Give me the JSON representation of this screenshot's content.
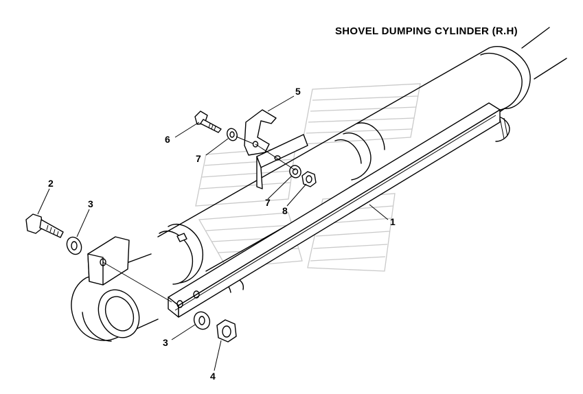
{
  "diagram": {
    "title": "SHOVEL DUMPING CYLINDER (R.H)",
    "callouts": [
      {
        "id": "callout-1",
        "label": "1"
      },
      {
        "id": "callout-2",
        "label": "2"
      },
      {
        "id": "callout-3-upper",
        "label": "3"
      },
      {
        "id": "callout-3-lower",
        "label": "3"
      },
      {
        "id": "callout-4",
        "label": "4"
      },
      {
        "id": "callout-5",
        "label": "5"
      },
      {
        "id": "callout-6",
        "label": "6"
      },
      {
        "id": "callout-7-upper",
        "label": "7"
      },
      {
        "id": "callout-7-lower",
        "label": "7"
      },
      {
        "id": "callout-8",
        "label": "8"
      }
    ]
  }
}
